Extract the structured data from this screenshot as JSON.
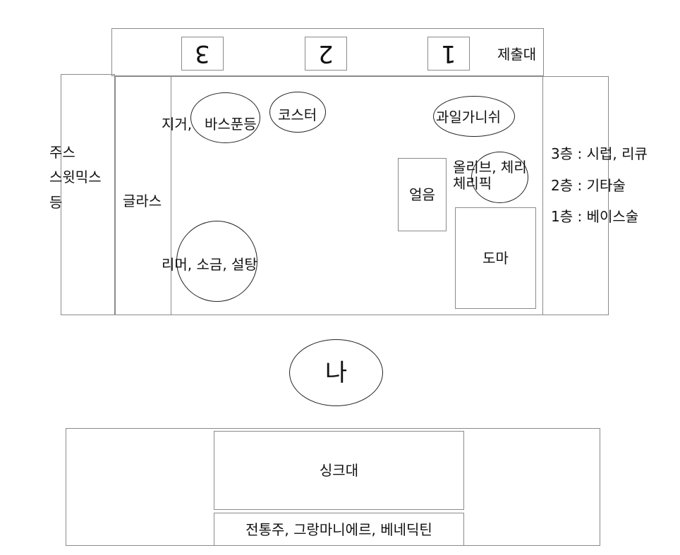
{
  "top": {
    "stations": [
      "3",
      "2",
      "1"
    ],
    "counter_label": "제출대"
  },
  "left": {
    "juice_lines": [
      "주스",
      "스윗믹스",
      "등"
    ],
    "glass_label": "글라스"
  },
  "bar": {
    "items_left": [
      "지거,",
      "바스푼등",
      "코스터"
    ],
    "items_bottom_left": "리머, 소금, 설탕",
    "fruit_knife": "과일가니쉬",
    "olive_cherry": [
      "올리브, 체리",
      "체리픽"
    ],
    "ice": "얼음",
    "cutting_board": "도마"
  },
  "shelf_legend": [
    "3층 : 시럽, 리큐",
    "2층 : 기타술",
    "1층 : 베이스술"
  ],
  "me_label": "나",
  "back_bar": {
    "sink_label": "싱크대",
    "liquor_label": "전통주, 그랑마니에르, 베네딕틴"
  }
}
